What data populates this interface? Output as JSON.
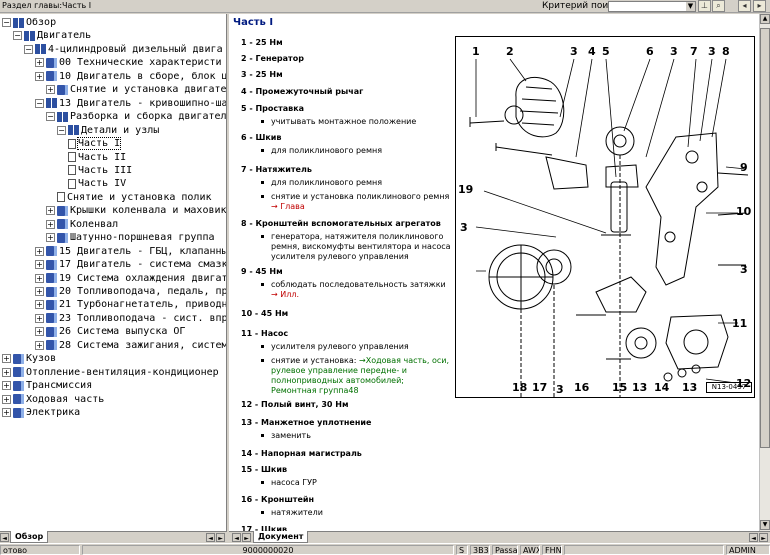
{
  "topbar": {
    "breadcrumb": "Раздел главы:Часть I",
    "search_label": "Критерий поиска:",
    "search_value": "",
    "icons": [
      "pin-icon",
      "search-icon",
      "back-icon",
      "forward-icon"
    ]
  },
  "tree": [
    {
      "depth": 0,
      "tog": "−",
      "icon": "book-open",
      "label": "Обзор"
    },
    {
      "depth": 1,
      "tog": "−",
      "icon": "book-open",
      "label": "Двигатель"
    },
    {
      "depth": 2,
      "tog": "−",
      "icon": "book-open",
      "label": "4-цилиндровый дизельный двига"
    },
    {
      "depth": 3,
      "tog": "+",
      "icon": "book",
      "label": "00 Технические характеристи"
    },
    {
      "depth": 3,
      "tog": "+",
      "icon": "book",
      "label": "10 Двигатель в сборе, блок ц"
    },
    {
      "depth": 4,
      "tog": "+",
      "icon": "book",
      "label": "Снятие и установка двигате"
    },
    {
      "depth": 3,
      "tog": "−",
      "icon": "book-open",
      "label": "13 Двигатель - кривошипно-ша"
    },
    {
      "depth": 4,
      "tog": "−",
      "icon": "book-open",
      "label": "Разборка и сборка двигател"
    },
    {
      "depth": 5,
      "tog": "−",
      "icon": "book-open",
      "label": "Детали и узлы"
    },
    {
      "depth": 6,
      "tog": "",
      "icon": "page",
      "label": "Часть I",
      "selected": true
    },
    {
      "depth": 6,
      "tog": "",
      "icon": "page",
      "label": "Часть II"
    },
    {
      "depth": 6,
      "tog": "",
      "icon": "page",
      "label": "Часть III"
    },
    {
      "depth": 6,
      "tog": "",
      "icon": "page",
      "label": "Часть IV"
    },
    {
      "depth": 5,
      "tog": "",
      "icon": "page",
      "label": "Снятие и установка полик"
    },
    {
      "depth": 4,
      "tog": "+",
      "icon": "book",
      "label": "Крышки коленвала и маховик"
    },
    {
      "depth": 4,
      "tog": "+",
      "icon": "book",
      "label": "Коленвал"
    },
    {
      "depth": 4,
      "tog": "+",
      "icon": "book",
      "label": "Шатунно-поршневая группа"
    },
    {
      "depth": 3,
      "tog": "+",
      "icon": "book",
      "label": "15 Двигатель - ГБЦ, клапанны"
    },
    {
      "depth": 3,
      "tog": "+",
      "icon": "book",
      "label": "17 Двигатель - система смазк"
    },
    {
      "depth": 3,
      "tog": "+",
      "icon": "book",
      "label": "19 Система охлаждения двигат"
    },
    {
      "depth": 3,
      "tog": "+",
      "icon": "book",
      "label": "20 Топливоподача, педаль, пр"
    },
    {
      "depth": 3,
      "tog": "+",
      "icon": "book",
      "label": "21 Турбонагнетатель, приводн"
    },
    {
      "depth": 3,
      "tog": "+",
      "icon": "book",
      "label": "23 Топливоподача - сист. впр"
    },
    {
      "depth": 3,
      "tog": "+",
      "icon": "book",
      "label": "26 Система выпуска ОГ"
    },
    {
      "depth": 3,
      "tog": "+",
      "icon": "book",
      "label": "28 Система зажигания, систем"
    },
    {
      "depth": 0,
      "tog": "+",
      "icon": "book",
      "label": "Кузов"
    },
    {
      "depth": 0,
      "tog": "+",
      "icon": "book",
      "label": "Отопление-вентиляция-кондиционер"
    },
    {
      "depth": 0,
      "tog": "+",
      "icon": "book",
      "label": "Трансмиссия"
    },
    {
      "depth": 0,
      "tog": "+",
      "icon": "book",
      "label": "Ходовая часть"
    },
    {
      "depth": 0,
      "tog": "+",
      "icon": "book",
      "label": "Электрика"
    }
  ],
  "left_tab": "Обзор",
  "right_tab": "Документ",
  "document": {
    "title": "Часть I",
    "items": [
      {
        "num": "1",
        "head": "25 Нм",
        "subs": []
      },
      {
        "num": "2",
        "head": "Генератор",
        "subs": []
      },
      {
        "num": "3",
        "head": "25 Нм",
        "subs": []
      },
      {
        "num": "4",
        "head": "Промежуточный рычаг",
        "subs": []
      },
      {
        "num": "5",
        "head": "Проставка",
        "subs": [
          {
            "text": "учитывать монтажное положение"
          }
        ]
      },
      {
        "num": "6",
        "head": "Шкив",
        "subs": [
          {
            "text": "для поликлинового ремня"
          }
        ]
      },
      {
        "num": "7",
        "head": "Натяжитель",
        "subs": [
          {
            "text": "для поликлинового ремня"
          },
          {
            "text": "снятие и установка поликлинового ремня",
            "link": "→ Глава",
            "link_color": "red"
          }
        ]
      },
      {
        "num": "8",
        "head": "Кронштейн вспомогательных агрегатов",
        "subs": [
          {
            "text": "генератора, натяжителя поликлинового ремня, вискомуфты вентилятора и насоса усилителя рулевого управления"
          }
        ]
      },
      {
        "num": "9",
        "head": "45 Нм",
        "subs": [
          {
            "text": "соблюдать последовательность затяжки",
            "link": "→ Илл.",
            "link_color": "red"
          }
        ]
      },
      {
        "num": "10",
        "head": "45 Нм",
        "subs": []
      },
      {
        "num": "11",
        "head": "Насос",
        "subs": [
          {
            "text": "усилителя рулевого управления"
          },
          {
            "text": "снятие и установка:",
            "link": "→Ходовая часть, оси, рулевое управление передне- и полноприводных автомобилей; Ремонтная группа48",
            "link_color": "green"
          }
        ]
      },
      {
        "num": "12",
        "head": "Полый винт, 30 Нм",
        "subs": []
      },
      {
        "num": "13",
        "head": "Манжетное уплотнение",
        "subs": [
          {
            "text": "заменить"
          }
        ]
      },
      {
        "num": "14",
        "head": "Напорная магистраль",
        "subs": []
      },
      {
        "num": "15",
        "head": "Шкив",
        "subs": [
          {
            "text": "насоса ГУР"
          }
        ]
      },
      {
        "num": "16",
        "head": "Кронштейн",
        "subs": [
          {
            "text": "натяжители"
          }
        ]
      },
      {
        "num": "17",
        "head": "Шкив",
        "subs": []
      }
    ]
  },
  "figure": {
    "callouts": [
      "1",
      "2",
      "3",
      "4",
      "5",
      "6",
      "3",
      "7",
      "3",
      "8",
      "9",
      "10",
      "19",
      "3",
      "3",
      "11",
      "12",
      "18",
      "17",
      "16",
      "3",
      "15",
      "13",
      "14",
      "13"
    ],
    "reference": "N13-0497"
  },
  "status": {
    "mode": "отово",
    "code": "9000000020",
    "s": "S",
    "num": "3B3",
    "model": "Passat",
    "engine": "AWX",
    "engine2": "FHN",
    "user": "ADMIN"
  },
  "colors": {
    "link_red": "#c00000",
    "link_green": "#007000",
    "title_blue": "#001a80"
  }
}
